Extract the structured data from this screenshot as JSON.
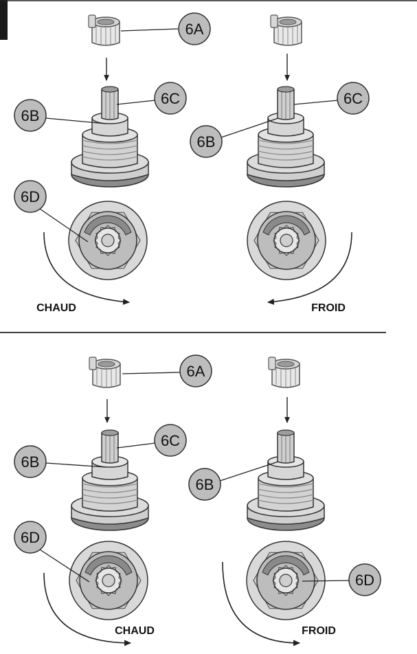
{
  "figure": {
    "top_panel": {
      "left_step": {
        "clip_label": "6A",
        "spline_label": "6C",
        "stop_label": "6B",
        "base_label": "6D",
        "direction_label": "CHAUD"
      },
      "right_step": {
        "clip_label": "6A",
        "spline_label": "6C",
        "stop_label": "6B",
        "direction_label": "FROID"
      }
    },
    "bottom_panel": {
      "left_step": {
        "clip_label": "6A",
        "spline_label": "6C",
        "stop_label": "6B",
        "base_label": "6D",
        "direction_label": "CHAUD"
      },
      "right_step": {
        "stop_label": "6B",
        "base_label": "6D",
        "direction_label": "FROID"
      }
    }
  },
  "colors": {
    "callout_fill": "#bdbdbd",
    "callout_stroke": "#333333",
    "metal_light": "#e4e4e4",
    "metal_mid": "#c8c8c8",
    "metal_dark": "#8e8e8e",
    "line": "#222222"
  }
}
